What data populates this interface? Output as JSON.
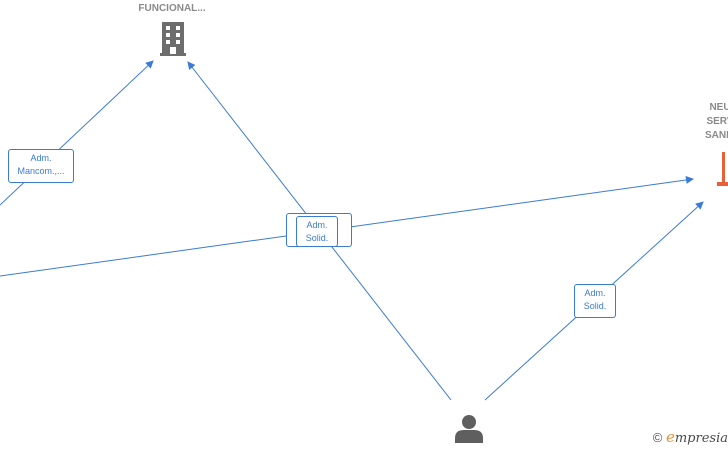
{
  "nodes": {
    "company_top": {
      "label": "FUNCIONAL..."
    },
    "company_right": {
      "label_lines": [
        "NEU",
        "SERV",
        "SANIT"
      ]
    }
  },
  "relations": [
    {
      "line1": "Adm.",
      "line2": "Mancom.,..."
    },
    {
      "line1": "Adm.",
      "line2": "Solid."
    },
    {
      "line1": "Adm.",
      "line2": "Solid."
    },
    {
      "line1": "Adm.",
      "line2": "Solid."
    }
  ],
  "branding": {
    "copyright": "©",
    "initial": "e",
    "rest": "mpresia"
  },
  "colors": {
    "edge": "#3a7bd5",
    "company_icon": "#6d6d6d",
    "company_highlight": "#e8603a",
    "person_icon": "#5f5f5f"
  }
}
